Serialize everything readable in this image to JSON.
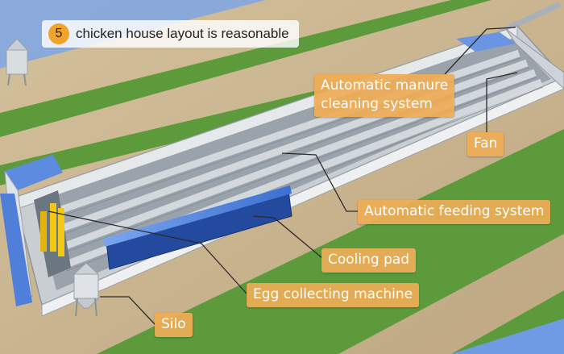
{
  "header": {
    "step_number": "5",
    "title": "chicken house layout is reasonable"
  },
  "labels": {
    "manure": "Automatic manure cleaning system",
    "manure_line1": "Automatic manure",
    "manure_line2": "cleaning system",
    "fan": "Fan",
    "feeding": "Automatic feeding system",
    "cooling": "Cooling pad",
    "egg": "Egg collecting machine",
    "silo": "Silo"
  },
  "colors": {
    "callout": "#eeac56",
    "leader_line": "#2a2a2a",
    "badge": "#f0a42e",
    "grass": "#5c9a3c",
    "roof_blue": "#3c70d0"
  }
}
